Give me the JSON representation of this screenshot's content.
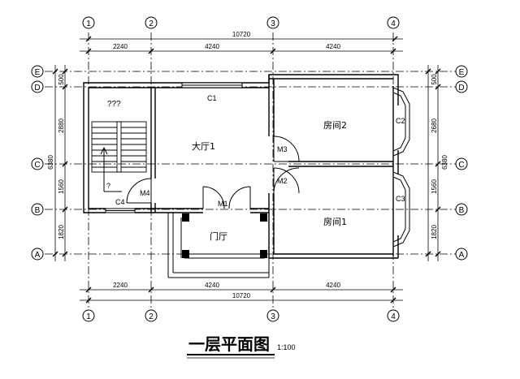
{
  "drawing": {
    "title": "一层平面图",
    "scale": "1:100"
  },
  "axes": {
    "top": [
      {
        "id": "1",
        "label": "1"
      },
      {
        "id": "2",
        "label": "2"
      },
      {
        "id": "3",
        "label": "3"
      },
      {
        "id": "4",
        "label": "4"
      }
    ],
    "bottom": [
      {
        "id": "1",
        "label": "1"
      },
      {
        "id": "2",
        "label": "2"
      },
      {
        "id": "3",
        "label": "3"
      },
      {
        "id": "4",
        "label": "4"
      }
    ],
    "left": [
      {
        "id": "E",
        "label": "E"
      },
      {
        "id": "D",
        "label": "D"
      },
      {
        "id": "C",
        "label": "C"
      },
      {
        "id": "B",
        "label": "B"
      },
      {
        "id": "A",
        "label": "A"
      }
    ],
    "right": [
      {
        "id": "E",
        "label": "E"
      },
      {
        "id": "D",
        "label": "D"
      },
      {
        "id": "C",
        "label": "C"
      },
      {
        "id": "B",
        "label": "B"
      },
      {
        "id": "A",
        "label": "A"
      }
    ]
  },
  "dimensions": {
    "total_width": "10720",
    "top_segments": [
      "2240",
      "4240",
      "4240"
    ],
    "bottom_segments": [
      "2240",
      "4240",
      "4240"
    ],
    "total_depth": "6380",
    "left_segments": [
      "500",
      "2880",
      "1560",
      "1820"
    ],
    "right_segments": [
      "500",
      "2680",
      "1560",
      "1820"
    ]
  },
  "rooms": {
    "hall": "大厅1",
    "room2": "房间2",
    "room1": "房间1",
    "entrance": "门厅",
    "stair": "???",
    "stair_q": "?"
  },
  "openings": {
    "c1": "C1",
    "c2": "C2",
    "c3": "C3",
    "c4": "C4",
    "m1": "M1",
    "m2": "M2",
    "m3": "M3",
    "m4": "M4"
  }
}
